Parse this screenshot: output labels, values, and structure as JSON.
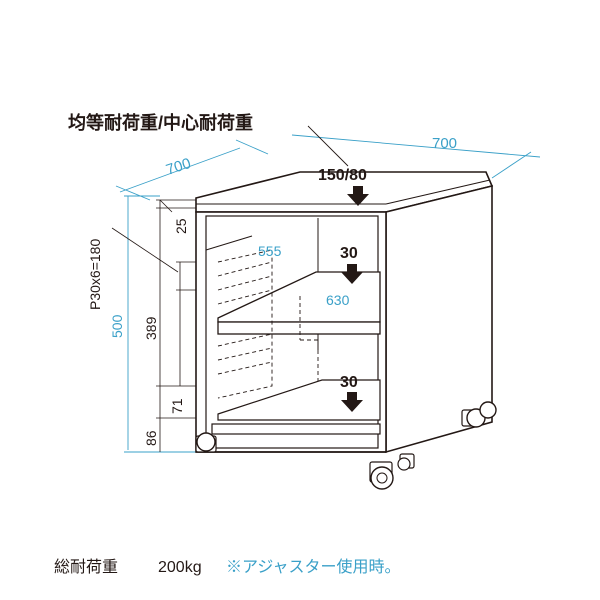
{
  "load_title": "均等耐荷重/中心耐荷重",
  "top_load": "150/80",
  "shelf_load_upper": "30",
  "shelf_load_lower": "30",
  "dim_width_left": "700",
  "dim_width_right": "700",
  "dim_height_total": "500",
  "dim_top_thickness": "25",
  "dim_mid_height": "389",
  "dim_lower_gap": "71",
  "dim_base": "86",
  "dim_pitch": "P30x6=180",
  "dim_inner_depth": "555",
  "dim_inner_width": "630",
  "footer_label": "総耐荷重",
  "footer_value": "200kg",
  "footer_note": "※アジャスター使用時。",
  "colors": {
    "ink": "#231815",
    "dimension": "#3aa0c8",
    "note": "#3aa0c8"
  },
  "icons": [
    "down-arrow-icon"
  ]
}
